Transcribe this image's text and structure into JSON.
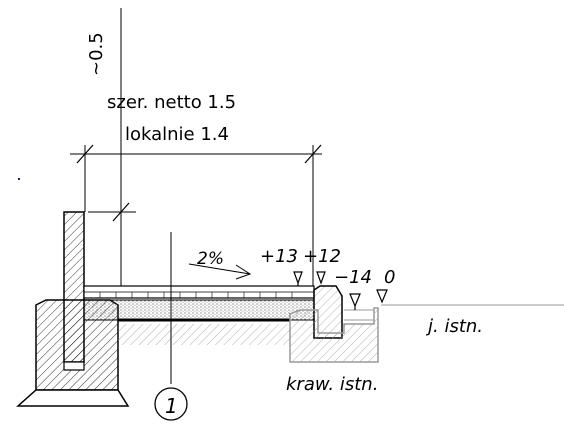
{
  "labels": {
    "clearance": "~0.5",
    "width_net": "szer. netto  1.5",
    "width_local": "lokalnie 1.4",
    "slope": "2%",
    "elev_top_a": "+13",
    "elev_top_b": "+12",
    "elev_low": "−14",
    "elev_zero": "0",
    "existing_road": "j. istn.",
    "existing_curb": "kraw. istn.",
    "detail_ref": "1"
  }
}
